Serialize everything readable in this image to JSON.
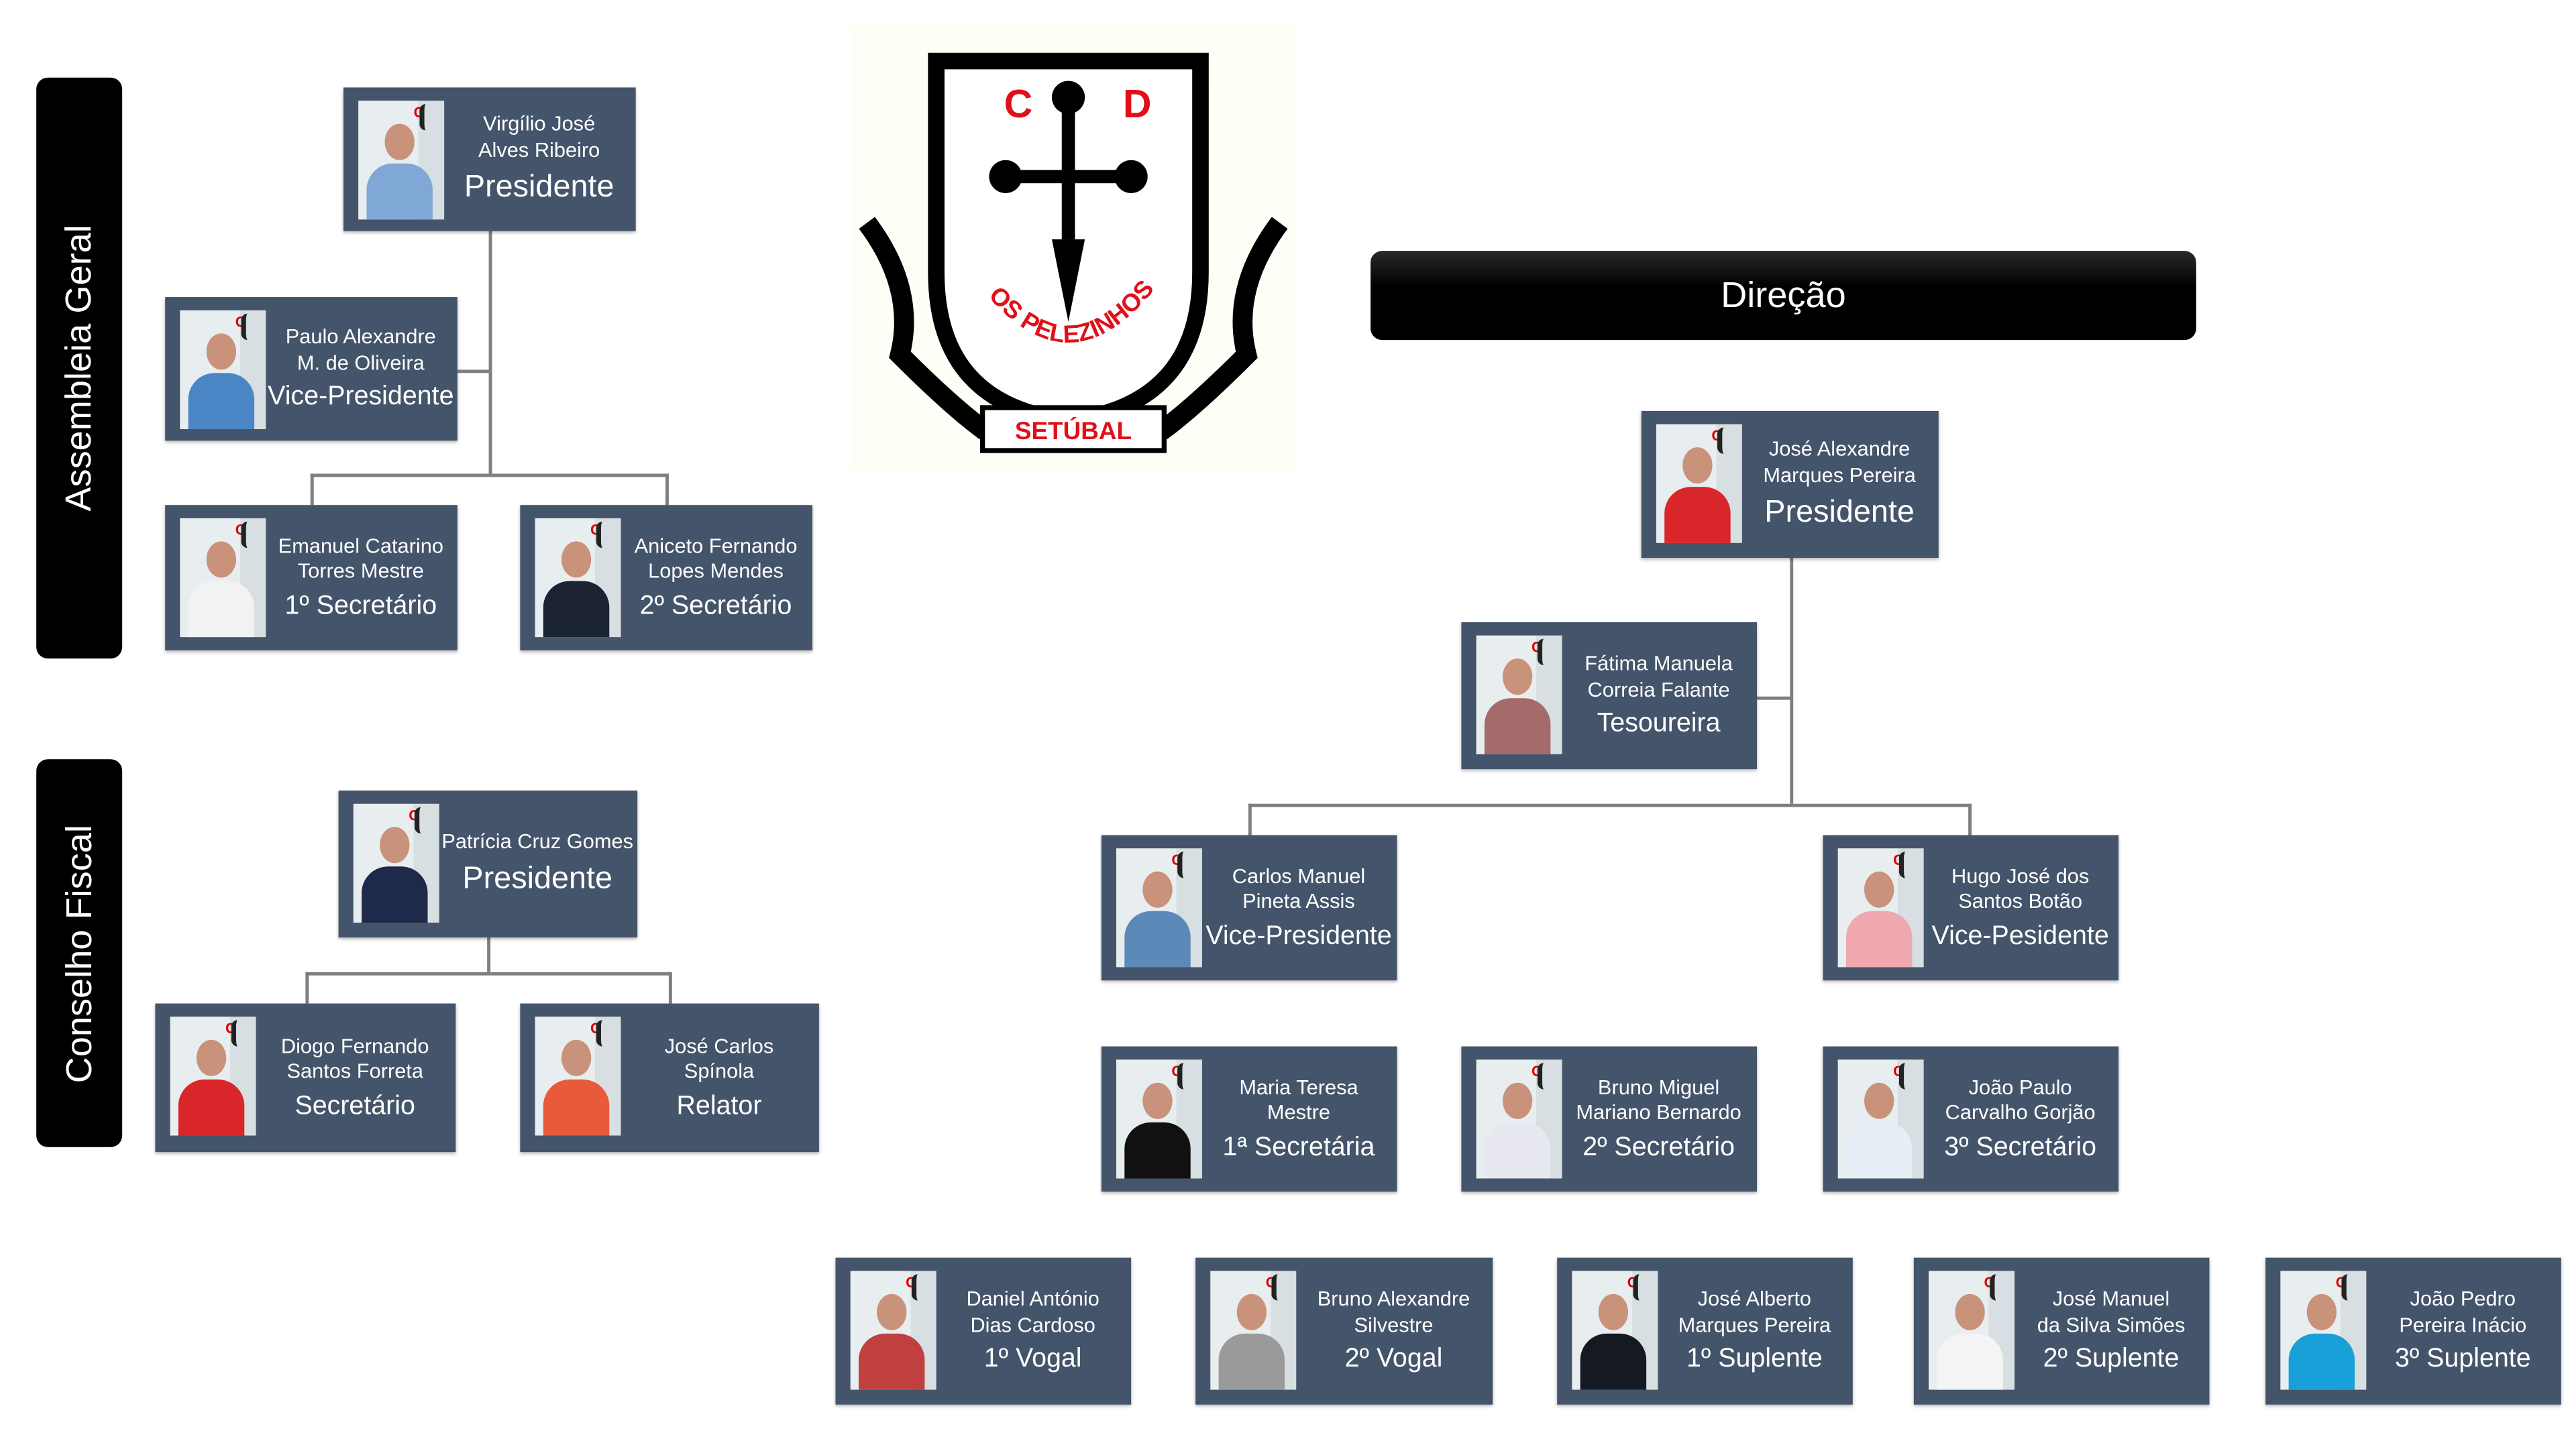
{
  "logo": {
    "letters_left": "C",
    "letters_right": "D",
    "motto": "OS PELEZINHOS",
    "city": "SETÚBAL",
    "colors": {
      "red": "#e0101a",
      "black": "#000000"
    }
  },
  "colors": {
    "box": "#44546a",
    "connector": "#7f7f7f",
    "section_bar": "#000000"
  },
  "assembleia": {
    "label": "Assembleia Geral",
    "members": [
      {
        "name1": "Virgílio José",
        "name2": "Alves Ribeiro",
        "role": "Presidente"
      },
      {
        "name1": "Paulo Alexandre",
        "name2": "M. de Oliveira",
        "role": "Vice-Presidente"
      },
      {
        "name1": "Emanuel Catarino",
        "name2": "Torres Mestre",
        "role": "1º Secretário"
      },
      {
        "name1": "Aniceto Fernando",
        "name2": "Lopes Mendes",
        "role": "2º Secretário"
      }
    ]
  },
  "conselho": {
    "label": "Conselho Fiscal",
    "members": [
      {
        "name1": "Patrícia Cruz Gomes",
        "name2": "",
        "role": "Presidente"
      },
      {
        "name1": "Diogo Fernando",
        "name2": "Santos Forreta",
        "role": "Secretário"
      },
      {
        "name1": "José Carlos",
        "name2": "Spínola",
        "role": "Relator"
      }
    ]
  },
  "direcao": {
    "label": "Direção",
    "members": [
      {
        "name1": "José Alexandre",
        "name2": "Marques Pereira",
        "role": "Presidente"
      },
      {
        "name1": "Fátima Manuela",
        "name2": "Correia Falante",
        "role": "Tesoureira"
      },
      {
        "name1": "Carlos Manuel",
        "name2": "Pineta Assis",
        "role": "Vice-Presidente"
      },
      {
        "name1": "Hugo José dos",
        "name2": "Santos Botão",
        "role": "Vice-Pesidente"
      },
      {
        "name1": "Maria Teresa",
        "name2": "Mestre",
        "role": "1ª Secretária"
      },
      {
        "name1": "Bruno Miguel",
        "name2": "Mariano Bernardo",
        "role": "2º Secretário"
      },
      {
        "name1": "João Paulo",
        "name2": "Carvalho Gorjão",
        "role": "3º Secretário"
      },
      {
        "name1": "Daniel António",
        "name2": "Dias Cardoso",
        "role": "1º Vogal"
      },
      {
        "name1": "Bruno Alexandre",
        "name2": "Silvestre",
        "role": "2º Vogal"
      },
      {
        "name1": "José Alberto",
        "name2": "Marques Pereira",
        "role": "1º Suplente"
      },
      {
        "name1": "José Manuel",
        "name2": "da Silva Simões",
        "role": "2º Suplente"
      },
      {
        "name1": "João Pedro",
        "name2": "Pereira Inácio",
        "role": "3º Suplente"
      }
    ]
  }
}
